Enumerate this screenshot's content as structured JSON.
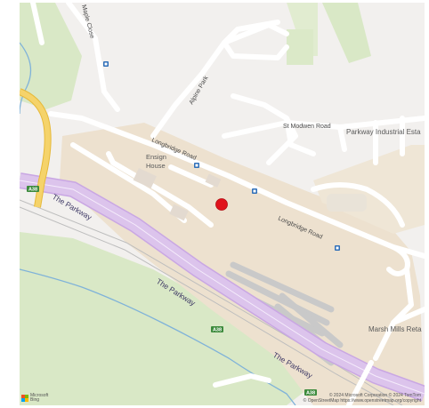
{
  "map": {
    "place_labels": {
      "ensign_house": "Ensign\nHouse",
      "ensign_line1": "Ensign",
      "ensign_line2": "House",
      "parkway_industrial": "Parkway Industrial Esta",
      "marsh_mills": "Marsh Mills Reta"
    },
    "road_labels": {
      "longbridge_1": "Longbridge Road",
      "longbridge_2": "Longbridge Road",
      "st_modwen": "St Modwen Road",
      "alpine_park": "Alpine Park",
      "maple_close": "Maple Close",
      "parkway_1": "The Parkway",
      "parkway_2": "The Parkway",
      "parkway_3": "The Parkway"
    },
    "shields": {
      "a38_left": "A38",
      "a38_mid": "A38",
      "a38_bottom": "A38"
    },
    "attribution": {
      "line1": "© 2024 Microsoft Corporation © 2024 TomTom",
      "line2": "© OpenStreetMap https://www.openstreetmap.org/copyright"
    },
    "brand": {
      "line1": "Microsoft",
      "line2": "Bing"
    },
    "colors": {
      "background": "#f2f0ee",
      "retail_area": "#ede1cf",
      "green_area": "#d9e8c6",
      "motorway": "#dcc4ec",
      "trunk": "#f5d36a",
      "water": "#7fb2d9",
      "marker": "#e0121b"
    },
    "icons": [
      "bus-stop-icon",
      "location-marker-icon",
      "microsoft-logo-icon"
    ]
  }
}
